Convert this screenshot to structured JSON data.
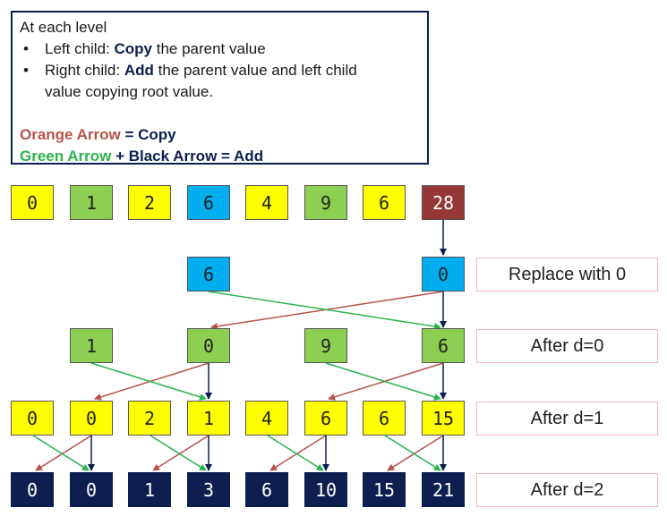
{
  "legend": {
    "heading": "At each level",
    "bullet_symbol": "•",
    "left_prefix": "Left child: ",
    "left_bold": "Copy",
    "left_suffix": " the parent value",
    "right_prefix": "Right child: ",
    "right_bold": "Add",
    "right_suffix": " the parent value and left child",
    "right_line2": "value copying  root value.",
    "orange_label": "Orange Arrow",
    "orange_eq": " = Copy",
    "green_label": "Green Arrow",
    "green_mid": " + Black Arrow = Add"
  },
  "colors": {
    "yellow": "#ffff00",
    "light_green": "#8dcf52",
    "blue": "#00aeef",
    "maroon": "#953735",
    "navy": "#0d1f4e",
    "orange_arrow": "#b5534a",
    "green_arrow": "#2bb34b",
    "black_arrow": "#0d1f4e"
  },
  "rows": {
    "input": [
      "0",
      "1",
      "2",
      "6",
      "4",
      "9",
      "6",
      "28"
    ],
    "replace": [
      "6",
      "0"
    ],
    "d0": [
      "1",
      "0",
      "9",
      "6"
    ],
    "d1": [
      "0",
      "0",
      "2",
      "1",
      "4",
      "6",
      "6",
      "15"
    ],
    "d2": [
      "0",
      "0",
      "1",
      "3",
      "6",
      "10",
      "15",
      "21"
    ]
  },
  "row_labels": {
    "replace": "Replace with 0",
    "d0": "After d=0",
    "d1": "After d=1",
    "d2": "After d=2"
  }
}
